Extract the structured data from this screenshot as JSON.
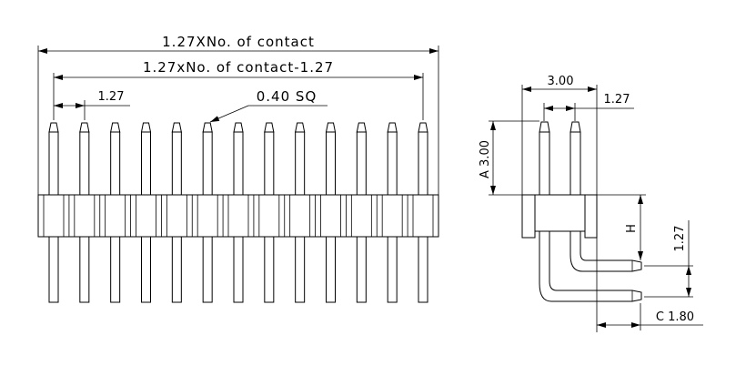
{
  "front_view": {
    "pin_count": 13,
    "dim_total": "1.27XNo. of contact",
    "dim_span": "1.27xNo. of contact-1.27",
    "dim_pitch": "1.27",
    "pin_size": "0.40 SQ"
  },
  "side_view": {
    "dim_width": "3.00",
    "dim_row_pitch": "1.27",
    "dim_height_a": "A 3.00",
    "dim_h": "H",
    "dim_vertical_pitch": "1.27",
    "dim_c": "C 1.80"
  },
  "colors": {
    "line": "#000000",
    "background": "#ffffff"
  }
}
